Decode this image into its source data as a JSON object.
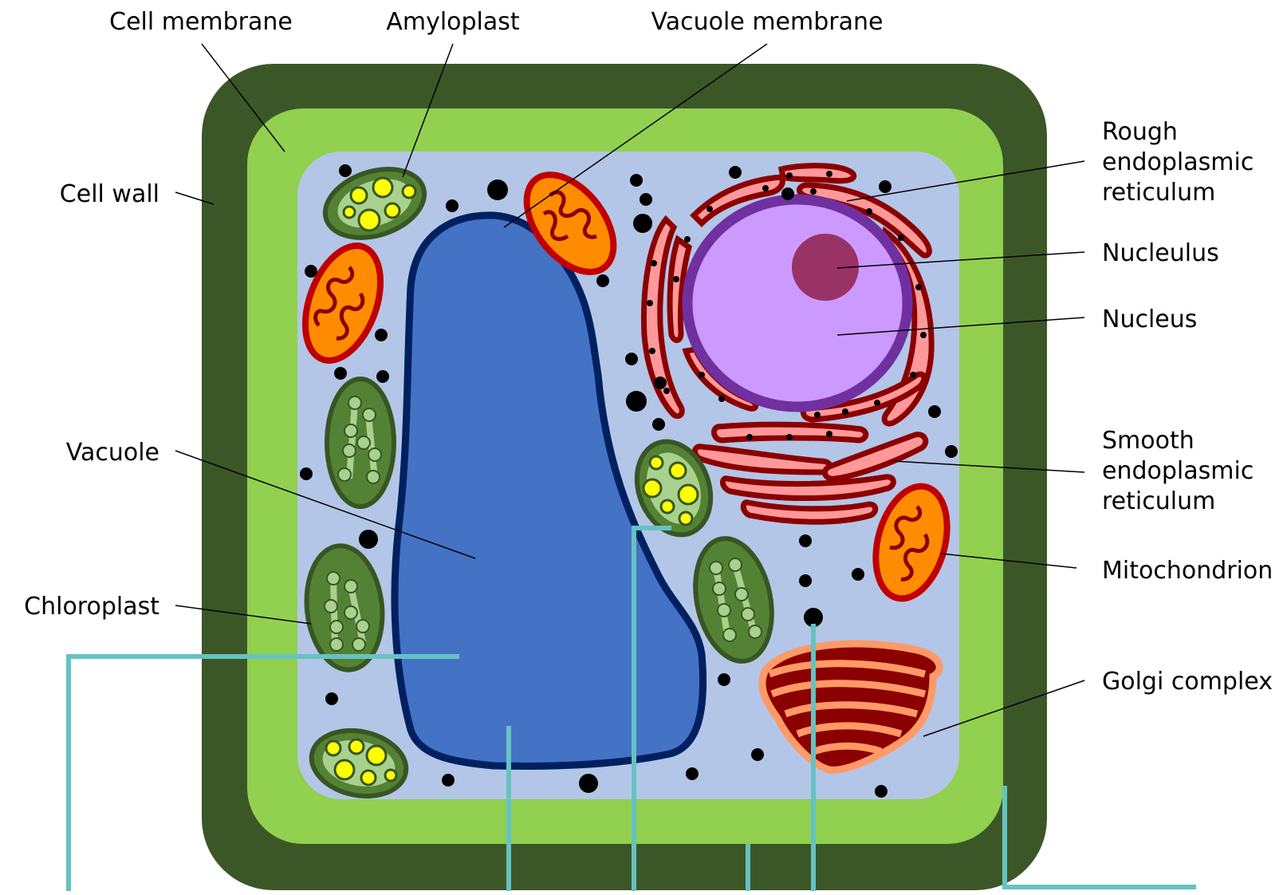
{
  "labels": {
    "cell_membrane": "Cell membrane",
    "amyloplast": "Amyloplast",
    "vacuole_membrane": "Vacuole membrane",
    "cell_wall": "Cell wall",
    "rough_er_line1": "Rough",
    "rough_er_line2": "endoplasmic",
    "rough_er_line3": "reticulum",
    "nucleolus": "Nucleulus",
    "nucleus": "Nucleus",
    "vacuole": "Vacuole",
    "smooth_er_line1": "Smooth",
    "smooth_er_line2": "endoplasmic",
    "smooth_er_line3": "reticulum",
    "mitochondrion": "Mitochondrion",
    "chloroplast": "Chloroplast",
    "golgi": "Golgi complex"
  },
  "colors": {
    "cell_wall": "#3b5727",
    "cell_membrane_band": "#92d050",
    "cytoplasm": "#b3c6e7",
    "vacuole": "#4472c4",
    "vacuole_membrane": "#002060",
    "chloroplast": "#548235",
    "chloroplast_border": "#375623",
    "thylakoid": "#a9d18e",
    "amyloplast_grain": "#ffff00",
    "mitochondrion": "#ff8c00",
    "mitochondrion_border": "#c00000",
    "nucleus": "#cc99ff",
    "nuclear_envelope": "#7030a0",
    "nucleolus": "#993366",
    "er_fill": "#ff9999",
    "er_border": "#8b0000",
    "golgi_outer": "#ff9966",
    "golgi_inner": "#8b0000",
    "ribosome": "#000000",
    "annotation_line": "#66c2c2"
  }
}
